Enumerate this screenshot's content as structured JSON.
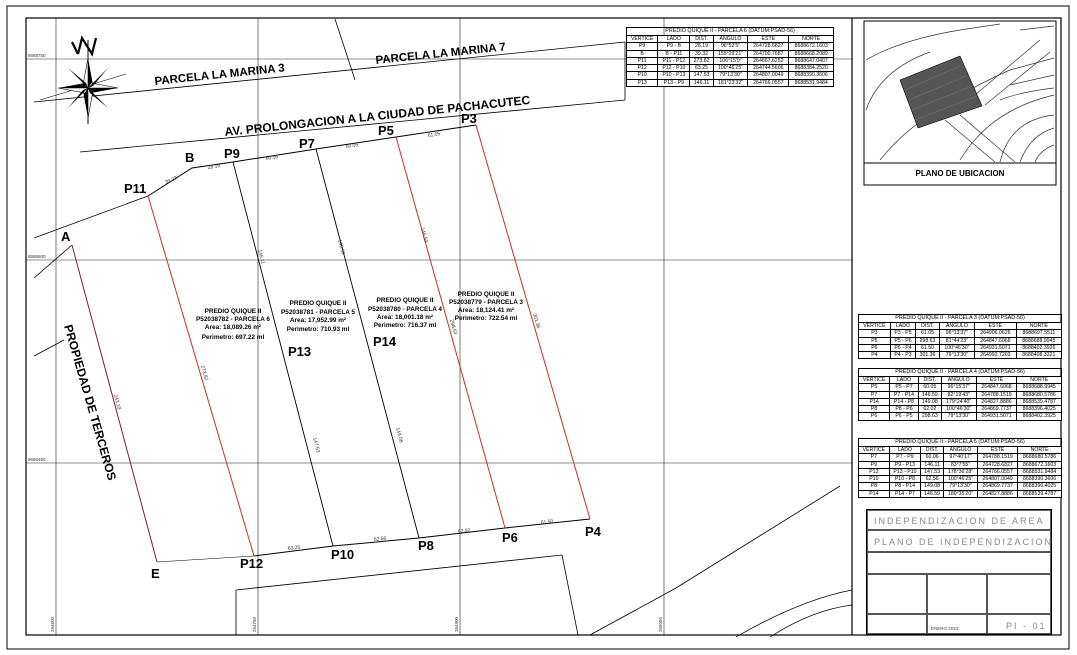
{
  "streets": {
    "marina3": "PARCELA LA MARINA 3",
    "marina7": "PARCELA LA MARINA 7",
    "avenue": "AV. PROLONGACION A LA CIUDAD DE PACHACUTEC",
    "terceros": "PROPIEDAD DE TERCEROS"
  },
  "grid_labels": {
    "n1": "8688750",
    "n2": "8688600",
    "n3": "8688450",
    "e1": "264600",
    "e2": "264750",
    "e3": "264900",
    "e4": "265050"
  },
  "vertices": [
    "A",
    "B",
    "E",
    "P3",
    "P4",
    "P5",
    "P6",
    "P7",
    "P8",
    "P9",
    "P10",
    "P11",
    "P12",
    "P13",
    "P14"
  ],
  "side_lengths": [
    "39.32",
    "28.19",
    "60.06",
    "60.05",
    "61.05",
    "63.25",
    "62.56",
    "62.02",
    "61.50",
    "273.82",
    "146.11",
    "147.53",
    "149.08",
    "298.63",
    "301.36",
    "243.19",
    "145.59",
    "146.59"
  ],
  "parcels": [
    {
      "title": "PREDIO QUIQUE II",
      "code": "P52038782 - PARCELA 6",
      "area": "Area: 18,089.26 m²",
      "perimeter": "Perimetro: 697.22 ml"
    },
    {
      "title": "PREDIO QUIQUE II",
      "code": "P52038781 - PARCELA 5",
      "area": "Area: 17,952.99 m²",
      "perimeter": "Perimetro: 710.93 ml"
    },
    {
      "title": "PREDIO QUIQUE II",
      "code": "P52038780 - PARCELA 4",
      "area": "Area: 18,001.18 m²",
      "perimeter": "Perimetro: 716.37 ml"
    },
    {
      "title": "PREDIO QUIQUE II",
      "code": "P52038779 - PARCELA 3",
      "area": "Area: 18,124.41 m²",
      "perimeter": "Perimetro: 722.54 ml"
    }
  ],
  "table_headers": [
    "VERTICE",
    "LADO",
    "DIST.",
    "ANGULO",
    "ESTE",
    "NORTE"
  ],
  "tables": [
    {
      "title": "PREDIO QUIQUE II - PARCELA 6 (DATUM:PSAD-56)",
      "rows": [
        [
          "P9",
          "P9 - B",
          "28.19",
          "96°52'5\"",
          "264728.6827",
          "8688672.1603"
        ],
        [
          "B",
          "B - P11",
          "39.32",
          "155°29'21\"",
          "264700.7687",
          "8688668.2089"
        ],
        [
          "P11",
          "P11 - P12",
          "273.82",
          "106°15'9\"",
          "264667.6252",
          "8688647.0407"
        ],
        [
          "P12",
          "P12 - P10",
          "63.25",
          "100°46'25\"",
          "264744.5606",
          "8688384.2520"
        ],
        [
          "P10",
          "P10 - P13",
          "147.53",
          "79°13'30\"",
          "264807.0049",
          "8688390.3606"
        ],
        [
          "P13",
          "P13 - P9",
          "146.11",
          "181°23'32\"",
          "264766.0557",
          "8688531.9484"
        ]
      ]
    },
    {
      "title": "PREDIO QUIQUE II - PARCELA 3 (DATUM:PSAD-56)",
      "rows": [
        [
          "P3",
          "P3 - P5",
          "61.05",
          "96°13'37\"",
          "264906.0626",
          "8688697.5511"
        ],
        [
          "P5",
          "P5 - P6",
          "298.63",
          "81°44'23\"",
          "264847.6068",
          "8688688.9945"
        ],
        [
          "P6",
          "P6 - P4",
          "61.50",
          "100°46'30\"",
          "264931.5071",
          "8688402.3926"
        ],
        [
          "P4",
          "P4 - P3",
          "301.36",
          "79°13'30\"",
          "264992.7203",
          "8688408.3321"
        ]
      ]
    },
    {
      "title": "PREDIO QUIQUE II - PARCELA 4 (DATUM:PSAD-56)",
      "rows": [
        [
          "P5",
          "P5 - P7",
          "60.05",
          "96°15'37\"",
          "264847.6068",
          "8688688.9945"
        ],
        [
          "P7",
          "P7 - P14",
          "146.59",
          "82°19'43\"",
          "264788.1519",
          "8688680.5786"
        ],
        [
          "P14",
          "P14 - P8",
          "149.08",
          "179°24'40\"",
          "264827.8886",
          "8688539.4787"
        ],
        [
          "P8",
          "P8 - P6",
          "62.02",
          "100°46'30\"",
          "264869.7737",
          "8688396.4025"
        ],
        [
          "P6",
          "P6 - P5",
          "298.63",
          "79°13'30\"",
          "264931.5071",
          "8688402.3925"
        ]
      ]
    },
    {
      "title": "PREDIO QUIQUE II - PARCELA 5 (DATUM:PSAD-56)",
      "rows": [
        [
          "P7",
          "P7 - P9",
          "60.06",
          "97°40'17\"",
          "264788.1519",
          "8688680.5786"
        ],
        [
          "P9",
          "P9 - P13",
          "146.11",
          "83°7'55\"",
          "264728.6827",
          "8688672.1603"
        ],
        [
          "P13",
          "P13 - P10",
          "147.53",
          "178°36'28\"",
          "264766.0557",
          "8688531.9484"
        ],
        [
          "P10",
          "P10 - P8",
          "62.56",
          "100°46'25\"",
          "264807.0049",
          "8688390.3606"
        ],
        [
          "P8",
          "P8 - P14",
          "149.08",
          "79°13'30\"",
          "264869.7737",
          "8688396.4025"
        ],
        [
          "P14",
          "P14 - P7",
          "146.59",
          "180°35'20\"",
          "264827.8886",
          "8688539.4787"
        ]
      ]
    }
  ],
  "location": {
    "caption": "PLANO DE UBICACION"
  },
  "title_block": {
    "project": "INDEPENDIZACION DE AREA",
    "plan": "PLANO DE INDEPENDIZACION",
    "date": "ENERO 2023",
    "sheet": "PI - 01"
  },
  "colors": {
    "parcel_red": "#d42a2a",
    "parcel_dark": "#7a2030",
    "line": "#000000",
    "grid": "#222222"
  },
  "icons": {
    "north": "north-arrow-icon"
  }
}
